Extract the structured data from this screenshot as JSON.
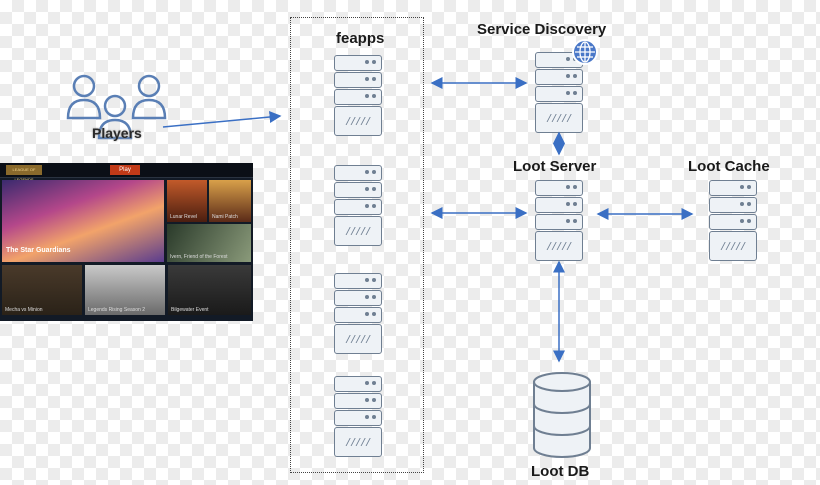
{
  "labels": {
    "feapps": "feapps",
    "service_discovery": "Service Discovery",
    "loot_server": "Loot Server",
    "loot_cache": "Loot Cache",
    "loot_db": "Loot DB"
  },
  "server_glyph": "/////",
  "screenshot": {
    "logo": "LEAGUE OF LEGENDS",
    "play_button": "Play",
    "hero_title": "The Star Guardians",
    "tiles": [
      "Lunar Revel",
      "Nami Patch",
      "Ivern, Friend of the Forest",
      "Mecha vs Minion",
      "Legends Rising Season 2",
      "Bilgewater Event"
    ],
    "overlay_text": "Players"
  },
  "colors": {
    "arrow": "#3a6fc4",
    "server_stroke": "#6f7f92",
    "users_stroke": "#5a7fb5",
    "globe": "#4a78c8"
  }
}
